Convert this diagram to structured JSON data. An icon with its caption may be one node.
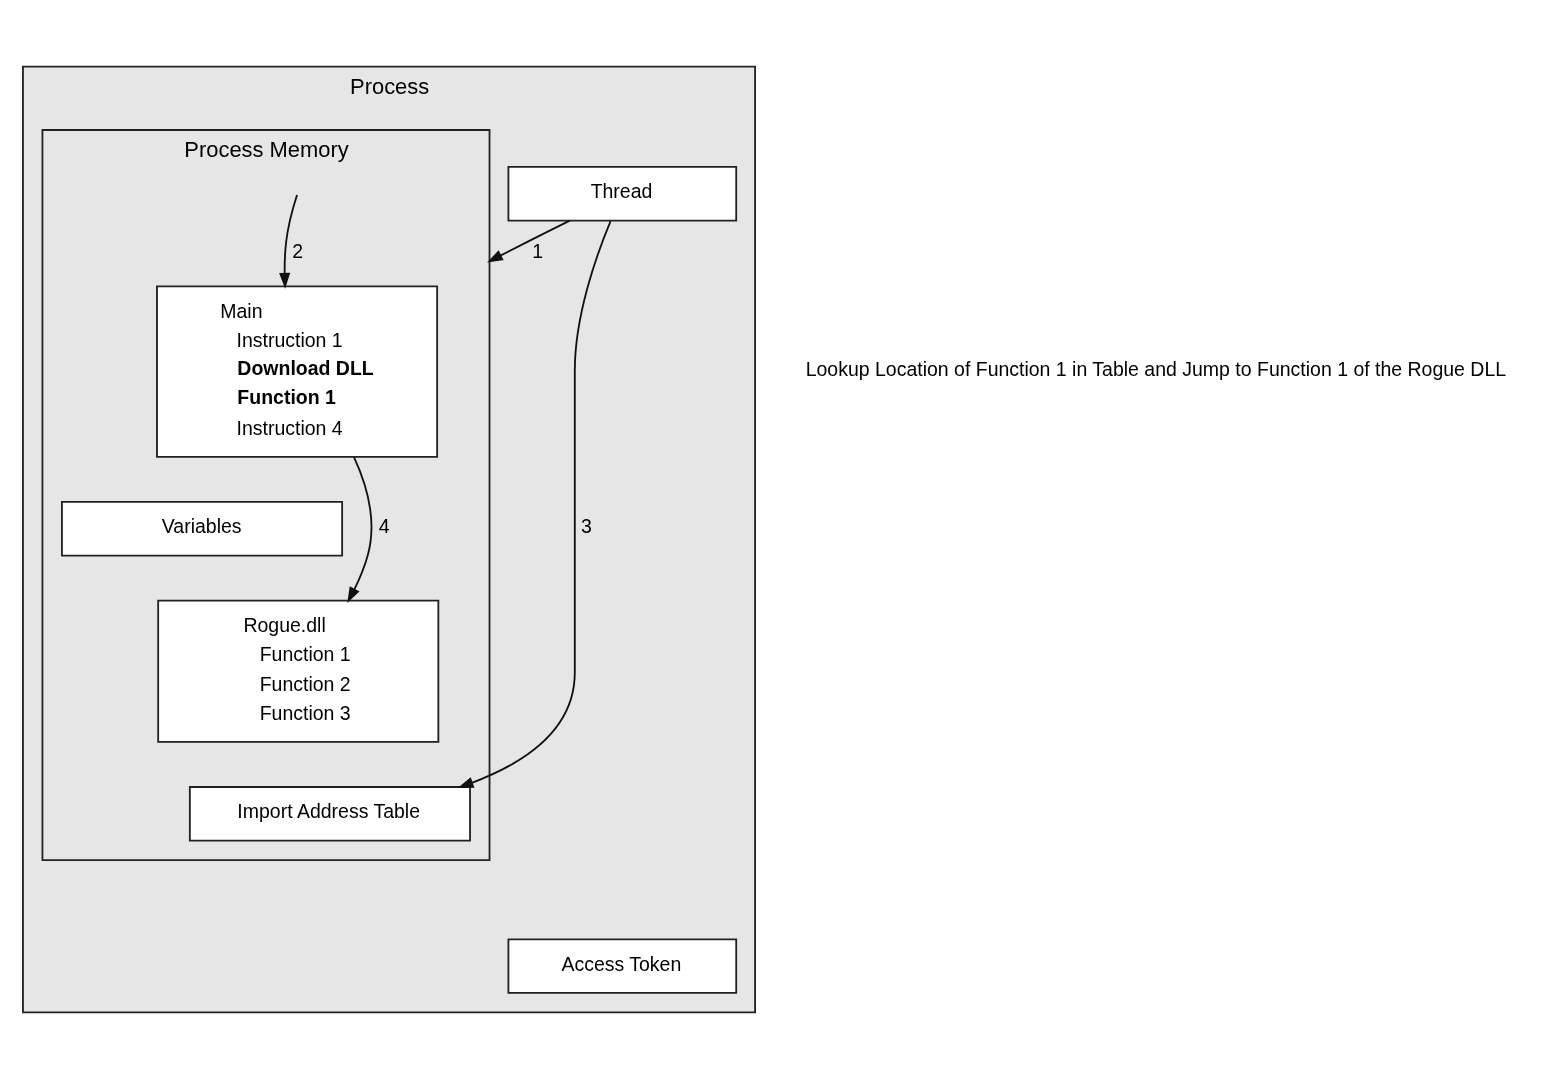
{
  "diagram": {
    "nodes": [
      {
        "text": [
          "Process"
        ]
      },
      {
        "text": [
          "Thread"
        ],
        "in": 0
      },
      {
        "text": [
          "Access Token"
        ],
        "in": 0
      },
      {
        "text": [
          "Process Memory"
        ],
        "in": 0
      },
      {
        "text": [
          "Main",
          "Instruction 1",
          "**Download DLL**",
          "**Function 1**",
          "Instruction 4"
        ],
        "in": 3
      },
      {
        "text": [
          "Variables"
        ],
        "in": 3
      },
      {
        "text": [
          "Rogue.dll",
          "Function 1",
          "Function 2",
          "Function 3"
        ],
        "in": 3
      },
      {
        "text": [
          "Import Address Table"
        ],
        "in": 3
      }
    ],
    "edges": [
      {
        "from": 1,
        "to": 3,
        "arrow": "to",
        "label": "1"
      },
      {
        "from": null,
        "to": 4,
        "arrow": "to",
        "label": "2"
      },
      {
        "from": 1,
        "to": 7,
        "arrow": "to",
        "label": "3"
      },
      {
        "from": 4,
        "to": 6,
        "arrow": "to",
        "label": "4"
      }
    ],
    "labels": [
      "Lookup Location of Function 1 in Table and Jump to Function 1 of the Rogue DLL"
    ]
  }
}
